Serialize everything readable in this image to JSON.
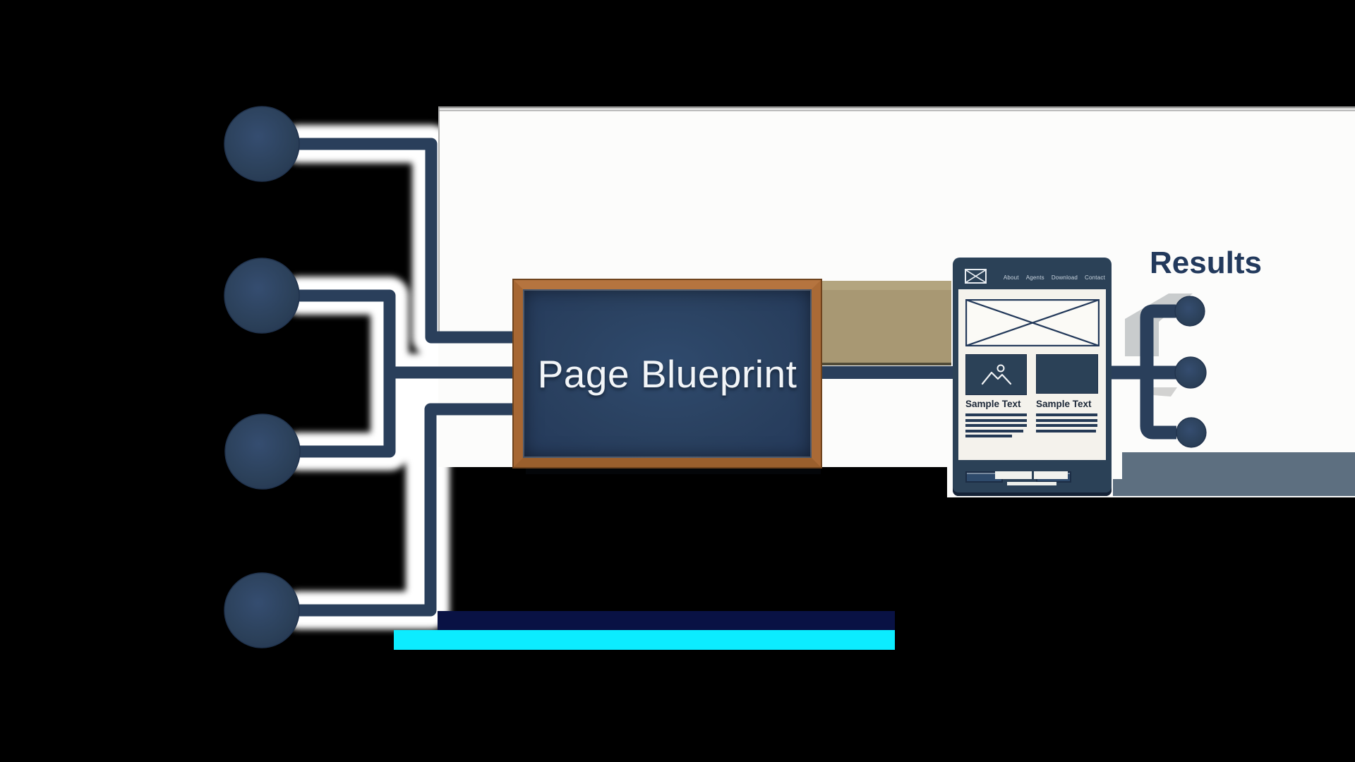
{
  "scene": {
    "background": "#000000",
    "canvas_color": "#fcfcfb"
  },
  "blueprint_box": {
    "label": "Page Blueprint",
    "frame_color": "#aa6a36",
    "panel_color": "#2a4160",
    "text_color": "#f2f5f8"
  },
  "results": {
    "label": "Results",
    "text_color": "#22395c"
  },
  "wireframe": {
    "nav": [
      "About",
      "Agents",
      "Download",
      "Contact"
    ],
    "columns": [
      {
        "caption": "Sample Text"
      },
      {
        "caption": "Sample Text"
      }
    ]
  },
  "palette": {
    "node_navy": "#2b4157",
    "connector_navy": "#2a3f5b",
    "tan_block": "#a89873",
    "slate_band": "#5d6f80",
    "glitch_cyan": "#0cecff",
    "glitch_dark_blue": "#091244",
    "canvas_edge_gray": "#9b9b9b"
  }
}
